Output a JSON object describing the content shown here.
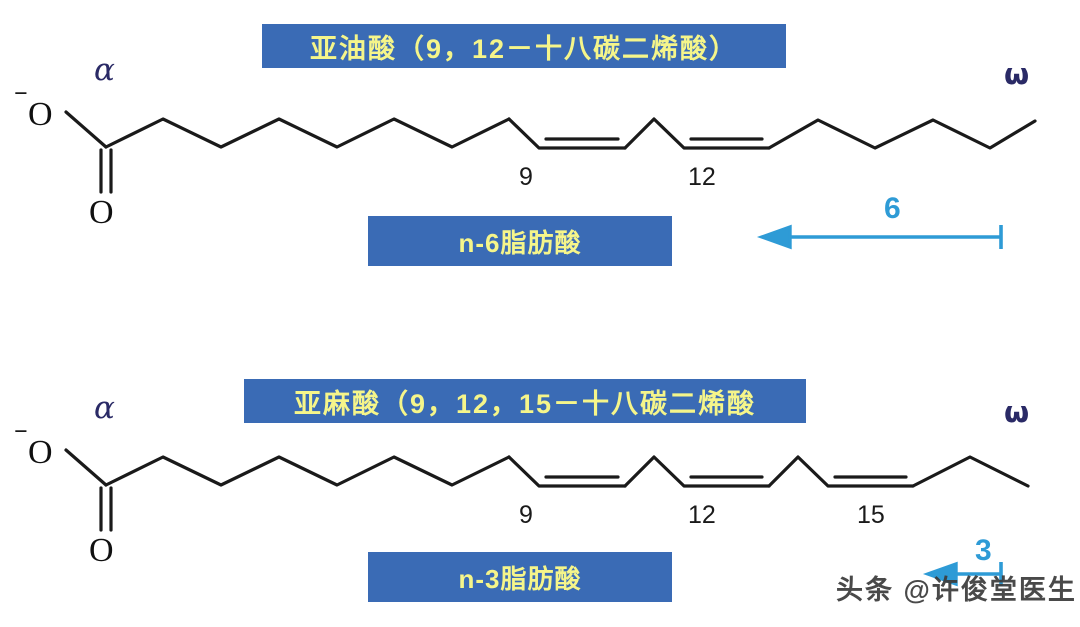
{
  "figure": {
    "background_color": "#FFFFFF",
    "banner_color": "#3A6BB5",
    "banner_text_color": "#F5F58A",
    "accent_arrow_color": "#2E9BD6",
    "greek_label_color": "#2A2A66",
    "bond_color": "#1A1A1A"
  },
  "molecule_1": {
    "title": "亚油酸（9，12－十八碳二烯酸）",
    "class_label": "n-6脂肪酸",
    "alpha_label": "α",
    "omega_label": "ω",
    "carboxylate_o_minus": "O",
    "charge_sign": "−",
    "carbonyl_o": "O",
    "double_bond_positions": [
      "9",
      "12"
    ],
    "omega_number": "6"
  },
  "molecule_2": {
    "title": "亚麻酸（9，12，15－十八碳二烯酸",
    "class_label": "n-3脂肪酸",
    "alpha_label": "α",
    "omega_label": "ω",
    "carboxylate_o_minus": "O",
    "charge_sign": "−",
    "carbonyl_o": "O",
    "double_bond_positions": [
      "9",
      "12",
      "15"
    ],
    "omega_number": "3"
  },
  "watermark": {
    "text": "头条 @许俊堂医生"
  }
}
